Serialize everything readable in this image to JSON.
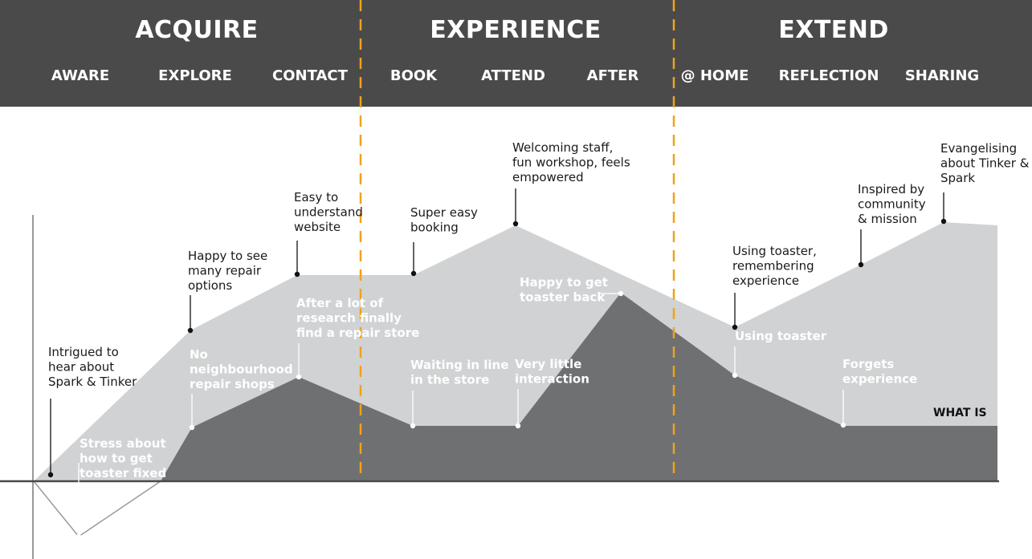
{
  "phases": [
    "ACQUIRE",
    "EXPERIENCE",
    "EXTEND"
  ],
  "stages": [
    "AWARE",
    "EXPLORE",
    "CONTACT",
    "BOOK",
    "ATTEND",
    "AFTER",
    "@ HOME",
    "REFLECTION",
    "SHARING"
  ],
  "ideal_annotations": [
    [
      "Intrigued to",
      "hear about",
      "Spark & Tinker"
    ],
    [
      "Happy to see",
      "many repair",
      "options"
    ],
    [
      "Easy to",
      "understand",
      "website"
    ],
    [
      "Super easy",
      "booking"
    ],
    [
      "Welcoming staff,",
      "fun workshop, feels",
      "empowered"
    ],
    [
      "Using toaster,",
      "remembering",
      "experience"
    ],
    [
      "Inspired by",
      "community",
      "& mission"
    ],
    [
      "Evangelising",
      "about Tinker &",
      "Spark"
    ]
  ],
  "current_annotations": [
    [
      "Stress about",
      "how to get",
      "toaster fixed"
    ],
    [
      "No",
      "neighbourhood",
      "repair shops"
    ],
    [
      "After a lot of",
      "research finally",
      "find a repair store"
    ],
    [
      "Waiting in line",
      "in the store"
    ],
    [
      "Very little",
      "interaction"
    ],
    [
      "Happy to get",
      "toaster back"
    ],
    [
      "Using toaster"
    ],
    [
      "Forgets",
      "experience"
    ]
  ],
  "band_label": "WHAT IS",
  "colors": {
    "header_bg": "#4b4a4b",
    "divider": "#f0a21c",
    "ideal_area": "#d1d2d3",
    "current_area": "#6f7071",
    "baseline": "#4a4a4a"
  }
}
